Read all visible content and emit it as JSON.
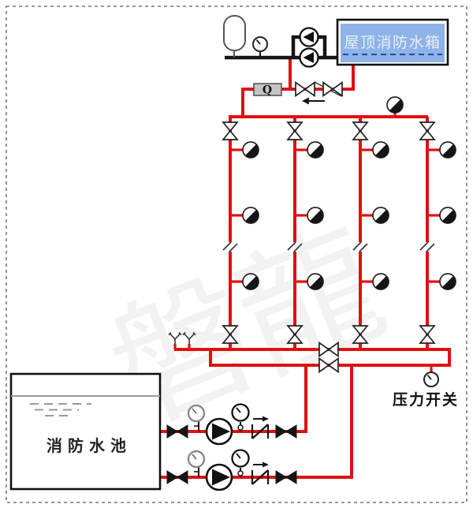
{
  "labels": {
    "rooftop_tank": "屋顶消防水箱",
    "flow_meter": "Q",
    "fire_pool": "消防水池",
    "pressure_switch": "压力开关",
    "watermark": "磐龍"
  },
  "colors": {
    "pipe_red": "#e01010",
    "pipe_black": "#151515",
    "tank_blue": "#8db3e8",
    "tank_text": "#e9eef7",
    "tank_waterline": "#2747a8",
    "meter_gray": "#c4c4c4",
    "watermark_gray": "#1a1a1a"
  },
  "structure": {
    "riser_count": 4,
    "hydrants_per_riser": 3,
    "pump_lines": 2,
    "rooftop_circulation_pumps": 2
  }
}
